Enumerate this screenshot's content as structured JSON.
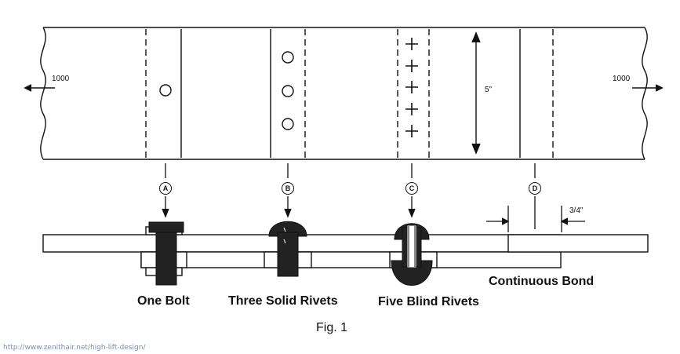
{
  "diagram": {
    "load_left": "1000",
    "load_right": "1000",
    "dimension_width": "5\"",
    "dimension_overlap": "3/4\"",
    "markers": [
      "A",
      "B",
      "C",
      "D"
    ],
    "labels": {
      "a": "One Bolt",
      "b": "Three Solid Rivets",
      "c": "Five Blind Rivets",
      "d": "Continuous Bond"
    },
    "caption": "Fig. 1",
    "source_url": "http://www.zenithair.net/high-lift-design/"
  }
}
